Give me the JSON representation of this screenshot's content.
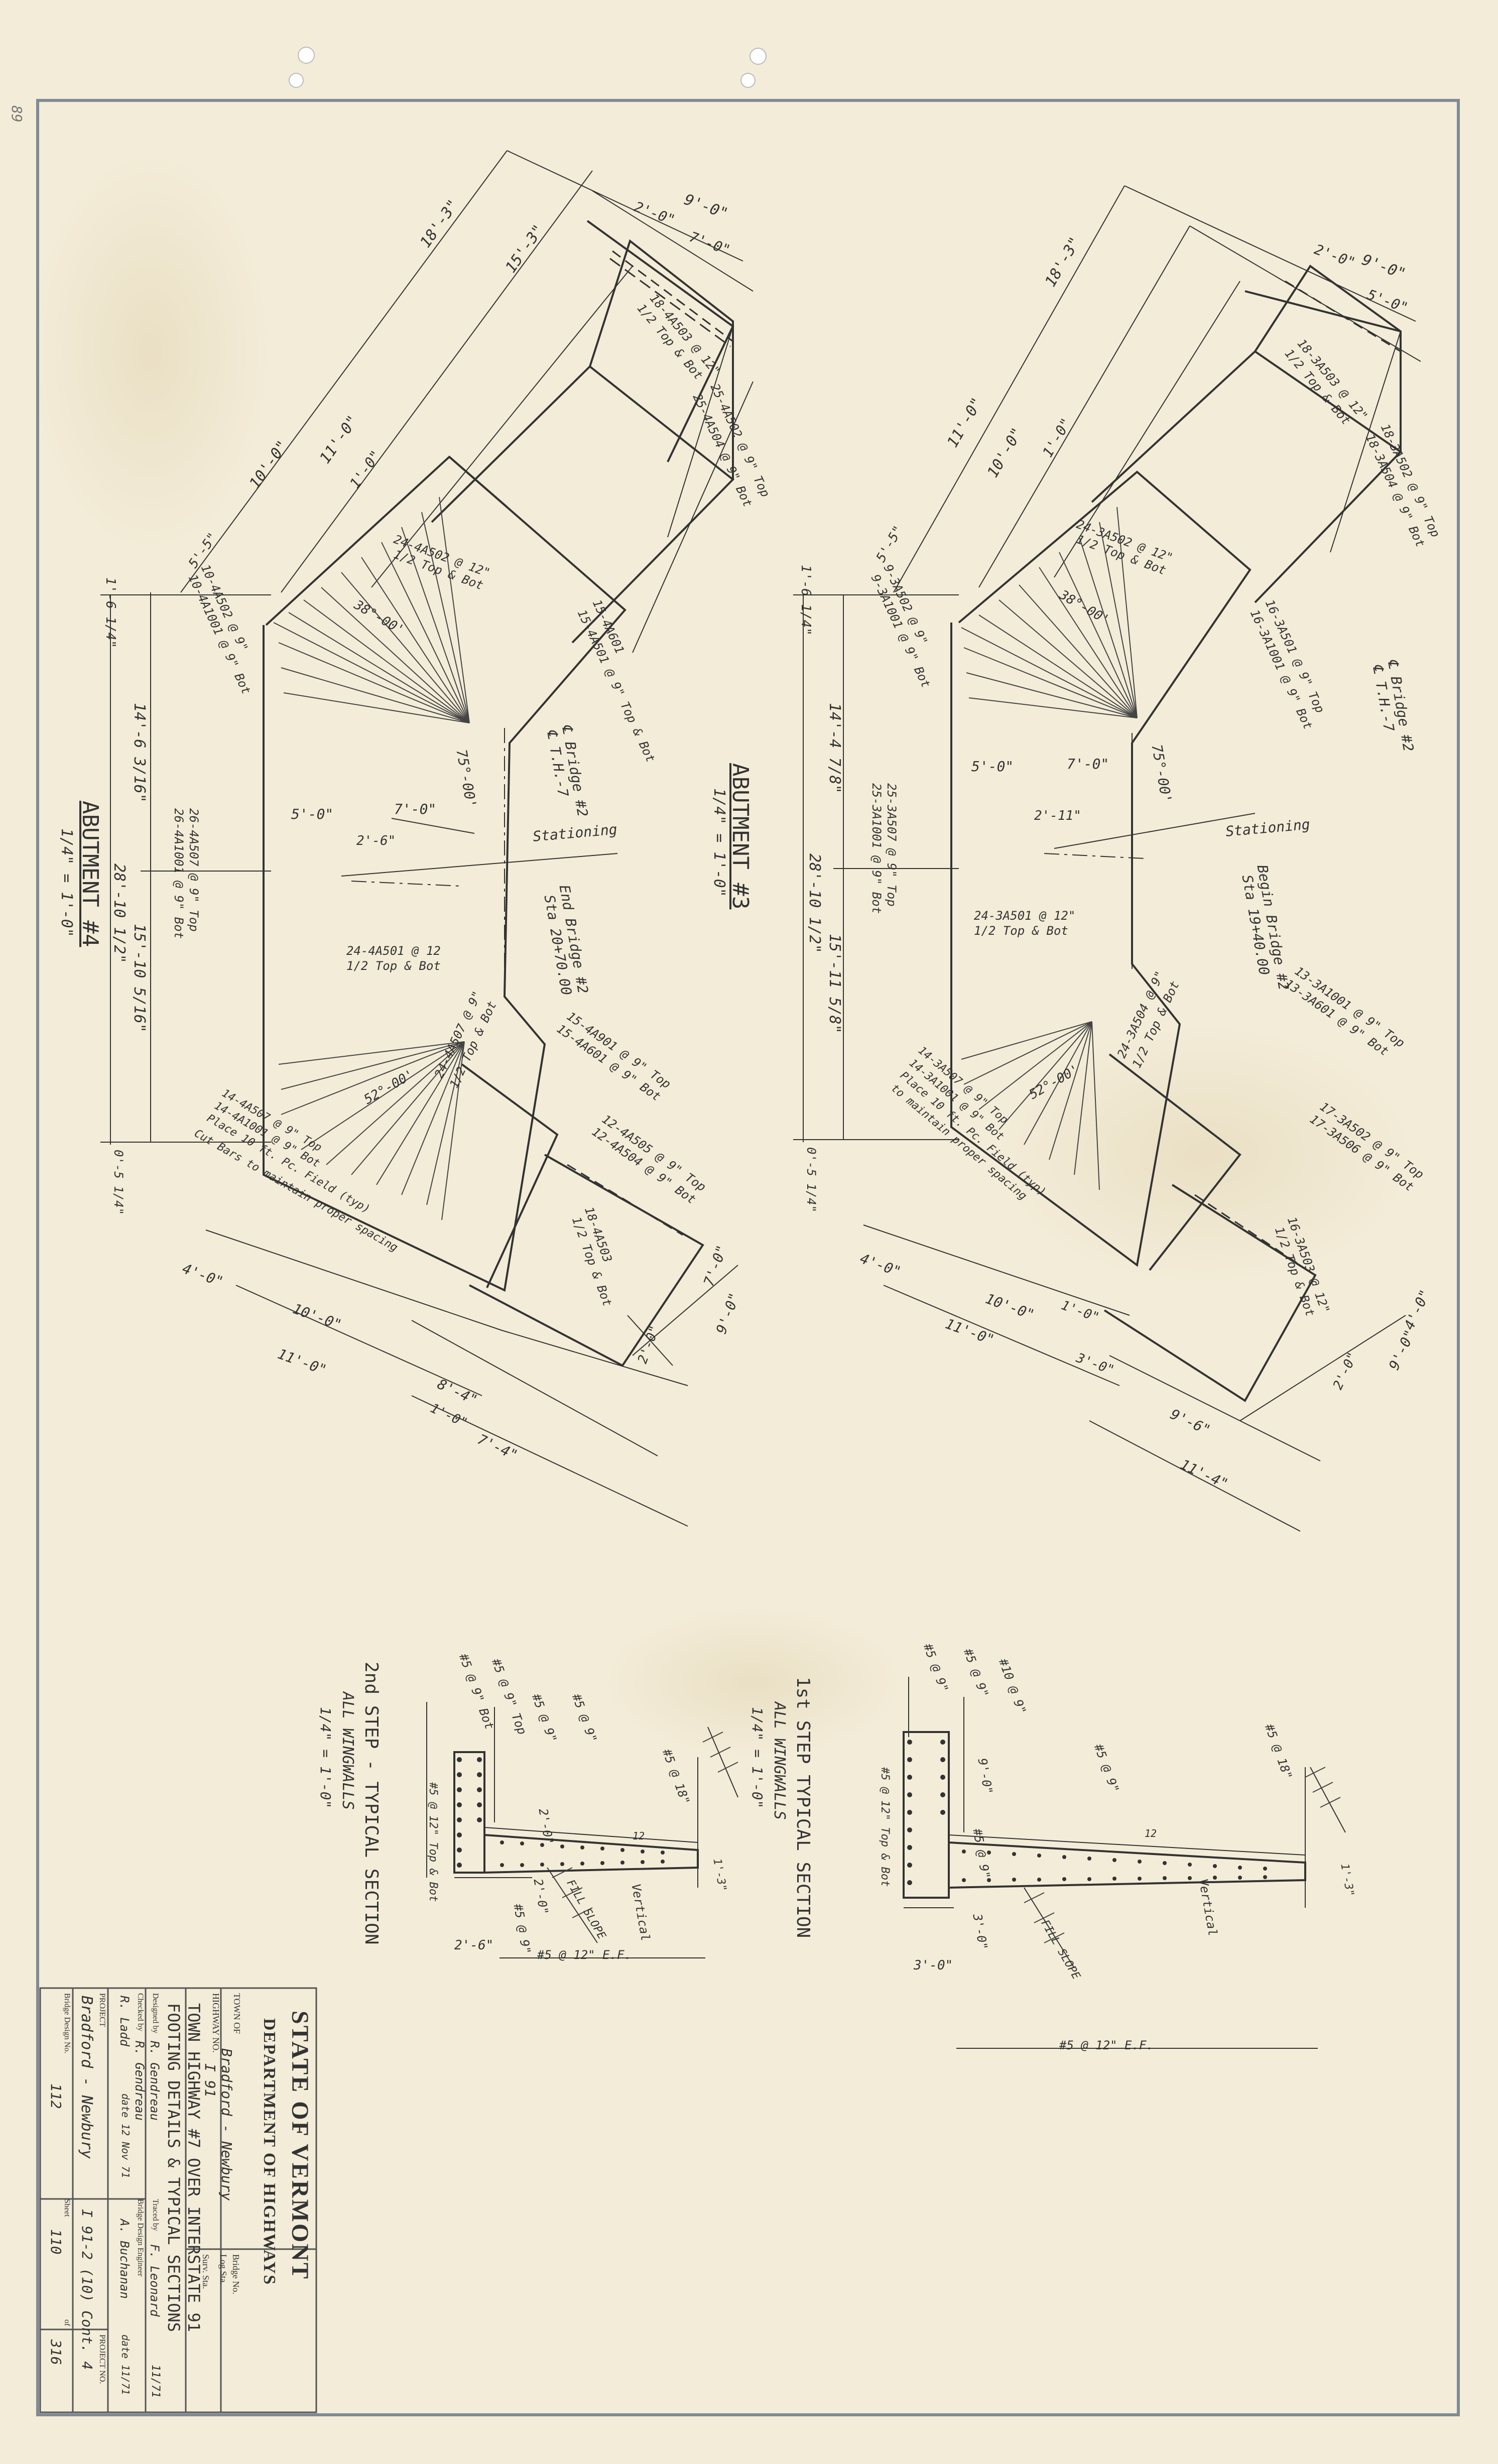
{
  "sheet_margin_label": "89",
  "abutment4": {
    "title": "ABUTMENT #4",
    "scale": "1/4\" = 1'-0\"",
    "dims": {
      "d18": "18'-3\"",
      "d15": "15'-3\"",
      "d10": "10'-0\"",
      "d11": "11'-0\"",
      "d1": "1'-0\"",
      "d5_5": "5'-5\"",
      "d1_6": "1'-6 1/4\"",
      "d9": "9'-0\"",
      "d2": "2'-0\"",
      "d7": "7'-0\"",
      "d14": "14'-6 3/16\"",
      "d28": "28'-10 1/2\"",
      "d15b": "15'-10 5/16\"",
      "d0_5": "0'-5 1/4\"",
      "d5": "5'-0\"",
      "d7b": "7'-0\"",
      "d2_6": "2'-6\"",
      "a75": "75°-00'",
      "a38": "38°-00'",
      "a52": "52°-00'",
      "d4": "4'-0\"",
      "d10b": "10'-0\"",
      "d11b": "11'-0\"",
      "d8_4": "8'-4\"",
      "d1b": "1'-0\"",
      "d7_4": "7'-4\"",
      "d2_0": "2'-0\"",
      "d7c": "7'-0\"",
      "d9b": "9'-0\""
    },
    "notes": {
      "n1": "18-4A503 @ 12\"",
      "n1b": "1/2 Top & Bot",
      "n2": "25-4A502 @ 9\" Top",
      "n2b": "25-4A504 @ 9\" Bot",
      "n3": "24-4A502 @ 12\"",
      "n3b": "1/2 Top & Bot",
      "n4": "15-4A601",
      "n4b": "15-4A501 @ 9\" Top & Bot",
      "n5": "10-4A502 @ 9\"",
      "n5b": "10-4A1001 @ 9\" Bot",
      "n6": "26-4A507 @ 9\" Top",
      "n6b": "26-4A1001 @ 9\" Bot",
      "n7": "24-4A501 @ 12",
      "n7b": "1/2 Top & Bot",
      "n8": "15-4A901 @ 9\" Top",
      "n8b": "15-4A601 @ 9\" Bot",
      "n9": "24-4A507 @ 9\"",
      "n9b": "1/2 Top & Bot",
      "n10": "12-4A505 @ 9\" Top",
      "n10b": "12-4A504 @ 9\" Bot",
      "n11": "14-4A507 @ 9\" Top",
      "n11b": "14-4A1001 @ 9\" Bot",
      "n11c": "Place 10 ft. Pc. Field (typ)",
      "n11d": "Cut Bars to maintain proper spacing",
      "n12": "18-4A503",
      "n12b": "1/2 Top & Bot",
      "bridge": "℄ Bridge #2",
      "th": "℄ T.H.-7",
      "stationing": "Stationing",
      "end": "End Bridge #2",
      "sta": "Sta 20+70.00"
    }
  },
  "abutment3": {
    "title": "ABUTMENT #3",
    "scale": "1/4\" = 1'-0\"",
    "dims": {
      "d18": "18'-3\"",
      "d11": "11'-0\"",
      "d10": "10'-0\"",
      "d1": "1'-0\"",
      "d5_5": "5'-5\"",
      "d1_6": "1'-6 1/4\"",
      "d9": "9'-0\"",
      "d2": "2'-0\"",
      "d5": "5'-0\"",
      "d14": "14'-4 7/8\"",
      "d28": "28'-10 1/2\"",
      "d15": "15'-11 5/8\"",
      "d0_5": "0'-5 1/4\"",
      "d5b": "5'-0\"",
      "d7": "7'-0\"",
      "d2_11": "2'-11\"",
      "a75": "75°-00'",
      "a38": "38°-00'",
      "a52": "52°-00'",
      "d4": "4'-0\"",
      "d10b": "10'-0\"",
      "d11b": "11'-0\"",
      "d1b": "1'-0\"",
      "d3": "3'-0\"",
      "d9_6": "9'-6\"",
      "d11_4": "11'-4\"",
      "d2_0": "2'-0\"",
      "d9b": "9'-0\"",
      "d4b": "4'-0\""
    },
    "notes": {
      "n1": "18-3A503 @ 12\"",
      "n1b": "1/2 Top & Bot",
      "n2": "18-3A502 @ 9\" Top",
      "n2b": "18-3A504 @ 9\" Bot",
      "n3": "24-3A502 @ 12\"",
      "n3b": "1/2 Top & Bot",
      "n4": "16-3A501 @ 9\" Top",
      "n4b": "16-3A1001 @ 9\" Bot",
      "n5": "9-3A502 @ 9\"",
      "n5b": "9-3A1001 @ 9\" Bot",
      "n6": "25-3A507 @ 9\" Top",
      "n6b": "25-3A1001 @ 9\" Bot",
      "n7": "24-3A501 @ 12\"",
      "n7b": "1/2 Top & Bot",
      "n8": "13-3A1001 @ 9\" Top",
      "n8b": "13-3A601 @ 9\" Bot",
      "n9": "24-3A504 @ 9\"",
      "n9b": "1/2 Top & Bot",
      "n10": "17-3A502 @ 9\" Top",
      "n10b": "17-3A506 @ 9\" Bot",
      "n11": "14-3A507 @ 9\" Top",
      "n11b": "14-3A1001 @ 9\" Bot",
      "n11c": "Place 10 ft. Pc. Field (typ)",
      "n11d": "to maintain proper spacing",
      "n12": "16-3A503 @ 12\"",
      "n12b": "1/2 Top & Bot",
      "bridge": "℄ Bridge #2",
      "th": "℄ T.H.-7",
      "stationing": "Stationing",
      "begin": "Begin Bridge #2",
      "sta": "Sta 19+40.00"
    }
  },
  "section1": {
    "title": "1st STEP TYPICAL SECTION",
    "sub": "ALL WINGWALLS",
    "scale": "1/4\" = 1'-0\"",
    "labels": {
      "a": "#5 @ 9\"",
      "b": "#5 @ 9\"",
      "c": "#10 @ 9\"",
      "d": "#5 @ 9\"",
      "e": "#5 @ 18\"",
      "f": "#5 @ 12\" Top & Bot",
      "g": "9'-0\"",
      "h": "3'-0\"",
      "i": "#5 @ 9\"",
      "j": "Vertical",
      "k": "3'-0\"",
      "l": "#5 @ 12\" E.F.",
      "m": "12",
      "n": "1'-3\"",
      "o": "FILL SLOPE"
    }
  },
  "section2": {
    "title": "2nd STEP - TYPICAL SECTION",
    "sub": "ALL WINGWALLS",
    "scale": "1/4\" = 1'-0\"",
    "labels": {
      "a": "#5 @ 9\" Bot",
      "b": "#5 @ 9\" Top",
      "c": "#5 @ 9\"",
      "d": "#5 @ 9\"",
      "e": "#5 @ 18\"",
      "f": "#5 @ 12\" Top & Bot",
      "g": "2'-0\"",
      "h": "2'-0\"",
      "i": "#5 @ 9\"",
      "j": "Vertical",
      "k": "2'-6\"",
      "l": "#5 @ 12\" E.F.",
      "m": "12",
      "n": "1'-3\"",
      "o": "FILL SLOPE"
    }
  },
  "title_block": {
    "state": "STATE OF VERMONT",
    "dept": "DEPARTMENT OF HIGHWAYS",
    "town_label": "TOWN OF",
    "town": "Bradford - Newbury",
    "highway_label": "HIGHWAY NO.",
    "highway": "I 91",
    "bridge_no_label": "Bridge No.",
    "log_sta_label": "Log Sta.",
    "surv_sta_label": "Surv. Sta.",
    "desc1": "TOWN HIGHWAY #7 OVER INTERSTATE 91",
    "desc2": "FOOTING DETAILS & TYPICAL SECTIONS",
    "designed_label": "Designed by",
    "designed": "R. Gendreau",
    "traced_label": "Traced by",
    "traced": "F. Leonard",
    "traced_date": "11/71",
    "checked_label": "Checked by",
    "checked": "R. Gendreau",
    "engineer_label": "Bridge Design Engineer",
    "engineer": "A. Buchanan",
    "drawn": "R. Ladd",
    "drawn_date": "date 12 Nov 71",
    "eng_date": "date 11/71",
    "project_label": "PROJECT",
    "project": "Bradford - Newbury",
    "project_no_label": "PROJECT NO.",
    "project_no": "I 91-2 (10) Cont. 4",
    "bridge_design_label": "Bridge Design No.",
    "bridge_design_no": "112",
    "sheet_label": "Sheet",
    "sheet": "110",
    "of_label": "of",
    "of": "316"
  }
}
